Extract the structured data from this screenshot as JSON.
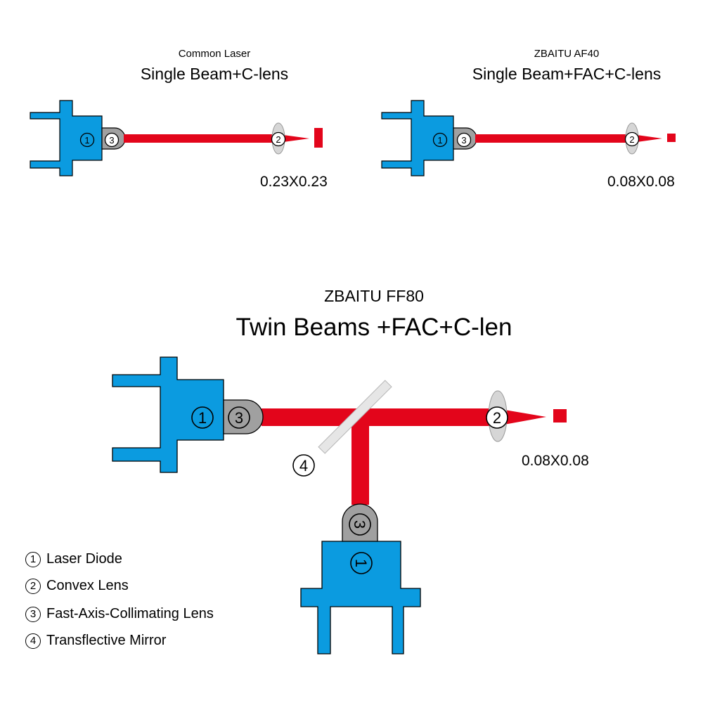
{
  "colors": {
    "diode": "#0b9be0",
    "fac": "#a0a0a0",
    "beam": "#e3051b",
    "lens": "#d6d6d6",
    "mirror": "#e6e6e6"
  },
  "diagrams": [
    {
      "subtitle": "Common Laser",
      "title": "Single Beam+C-lens",
      "spot_size": "0.23X0.23"
    },
    {
      "subtitle": "ZBAITU  AF40",
      "title": "Single Beam+FAC+C-lens",
      "spot_size": "0.08X0.08"
    },
    {
      "subtitle": "ZBAITU  FF80",
      "title": "Twin Beams +FAC+C-len",
      "spot_size": "0.08X0.08"
    }
  ],
  "markers": {
    "laser_diode": "1",
    "convex_lens": "2",
    "fac_lens": "3",
    "mirror": "4"
  },
  "legend": [
    {
      "num": "1",
      "label": "Laser Diode"
    },
    {
      "num": "2",
      "label": "Convex Lens"
    },
    {
      "num": "3",
      "label": "Fast-Axis-Collimating Lens"
    },
    {
      "num": "4",
      "label": "Transflective Mirror"
    }
  ]
}
